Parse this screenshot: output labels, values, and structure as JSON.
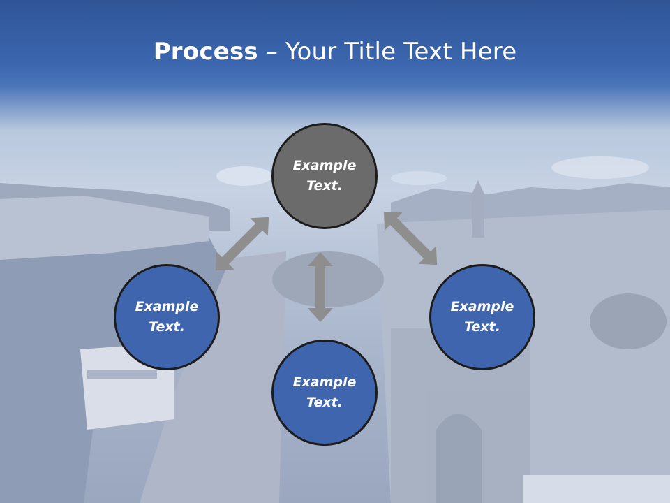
{
  "slide": {
    "title_strong": "Process",
    "title_rest": " – Your Title Text Here"
  },
  "nodes": {
    "top": "Example Text.",
    "left": "Example Text.",
    "right": "Example Text.",
    "bottom": "Example Text."
  },
  "colors": {
    "header_blue": "#2f5597",
    "node_blue": "#3e65ad",
    "node_gray": "#6b6b6b",
    "arrow_gray": "#8e8e8e"
  }
}
